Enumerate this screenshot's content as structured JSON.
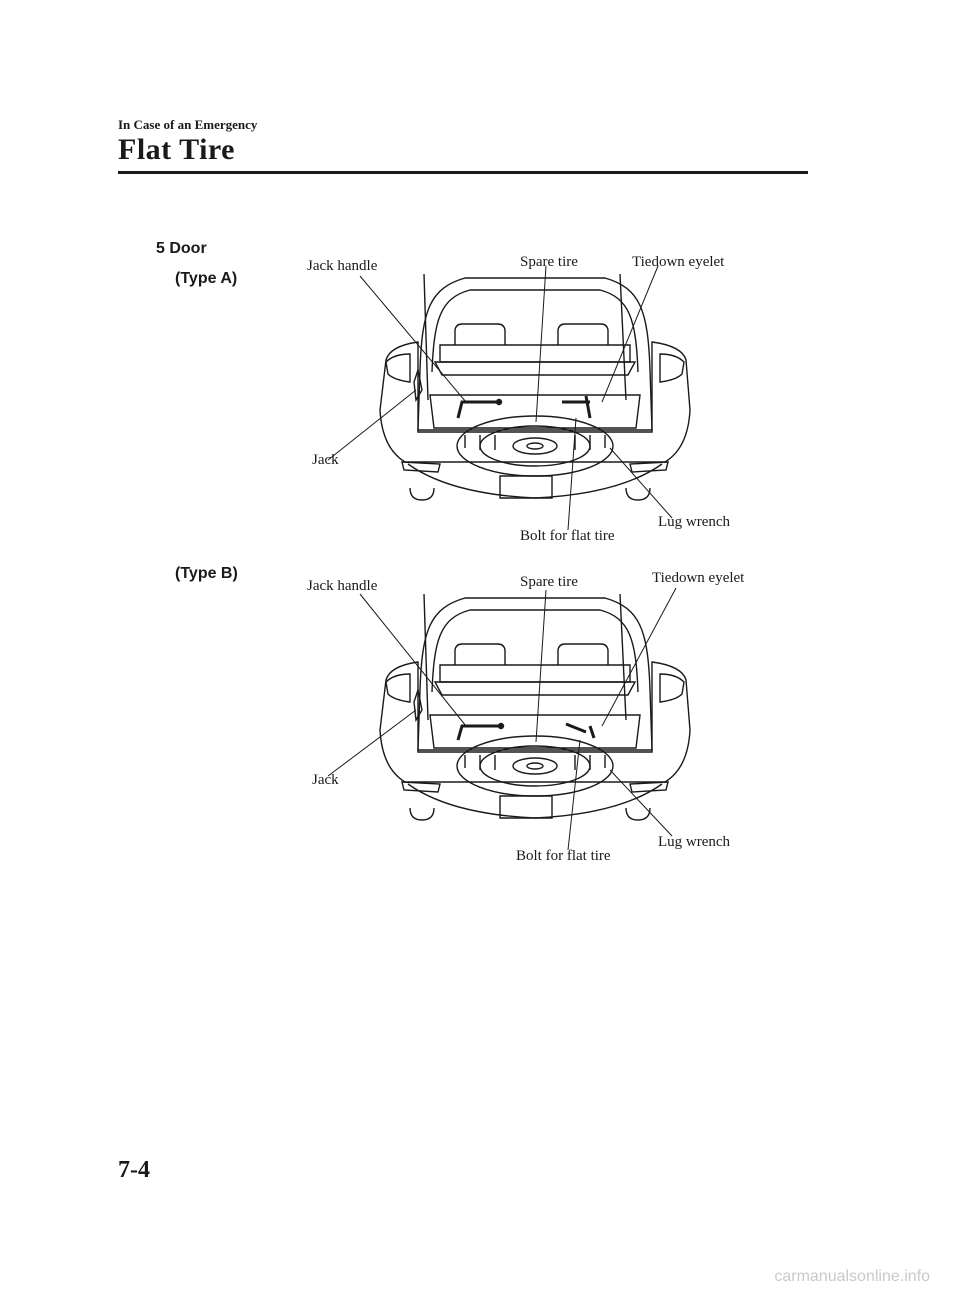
{
  "header": {
    "section": "In Case of an Emergency",
    "title": "Flat Tire"
  },
  "model": "5 Door",
  "figures": [
    {
      "type_label": "(Type A)",
      "callouts": {
        "jack_handle": "Jack handle",
        "spare_tire": "Spare tire",
        "tiedown_eyelet": "Tiedown eyelet",
        "jack": "Jack",
        "lug_wrench": "Lug wrench",
        "bolt_for_flat_tire": "Bolt for flat tire"
      }
    },
    {
      "type_label": "(Type B)",
      "callouts": {
        "jack_handle": "Jack handle",
        "spare_tire": "Spare tire",
        "tiedown_eyelet": "Tiedown eyelet",
        "jack": "Jack",
        "lug_wrench": "Lug wrench",
        "bolt_for_flat_tire": "Bolt for flat tire"
      }
    }
  ],
  "footer": {
    "page_number": "7-4",
    "watermark": "carmanualsonline.info"
  }
}
